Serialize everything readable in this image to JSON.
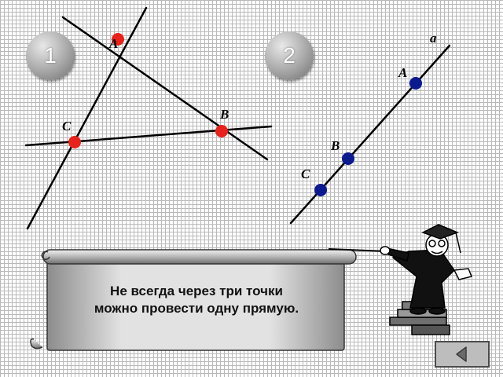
{
  "diagram": {
    "figure_1": {
      "badge": "1",
      "points": [
        {
          "id": "A",
          "label": "A",
          "color": "#e8211a"
        },
        {
          "id": "B",
          "label": "B",
          "color": "#e8211a"
        },
        {
          "id": "C",
          "label": "C",
          "color": "#e8211a"
        }
      ]
    },
    "figure_2": {
      "badge": "2",
      "line_label": "a",
      "points": [
        {
          "id": "A",
          "label": "A",
          "color": "#0b1b8f"
        },
        {
          "id": "B",
          "label": "B",
          "color": "#0b1b8f"
        },
        {
          "id": "C",
          "label": "C",
          "color": "#0b1b8f"
        }
      ]
    }
  },
  "scroll": {
    "line1": "Не всегда через три точки",
    "line2": "можно провести одну прямую."
  },
  "navigation": {
    "back_icon": "back-arrow-icon"
  },
  "colors": {
    "red_point": "#e8211a",
    "blue_point": "#0b1b8f",
    "badge_gray": "#a6a6a6"
  }
}
